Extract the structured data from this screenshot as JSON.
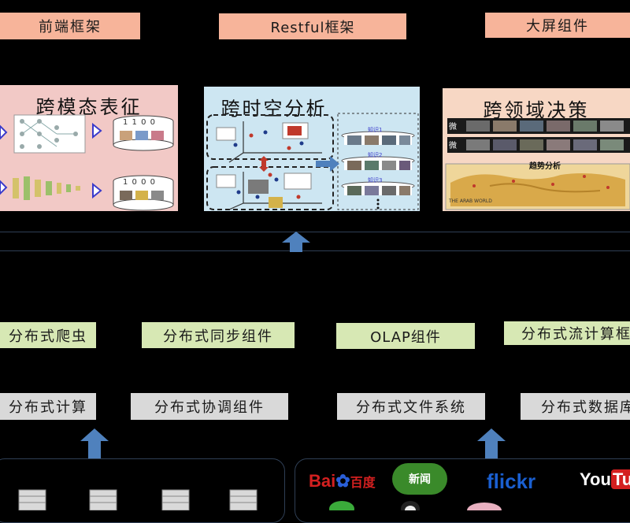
{
  "top_labels": {
    "frontend": "前端框架",
    "restful": "Restful框架",
    "bigscreen": "大屏组件"
  },
  "panels": {
    "multimodal": {
      "title": "跨模态表征",
      "bits_top": "1 1 0 0",
      "bits_bottom": "1 0 0 0"
    },
    "spatiotemporal": {
      "title": "跨时空分析",
      "knowledge": [
        "知识1",
        "知识2",
        "知识3"
      ]
    },
    "crossdomain": {
      "title": "跨领域决策",
      "row1": "微",
      "row2": "微",
      "trend": "趋势分析",
      "map_caption": "THE ARAB WORLD"
    }
  },
  "middle_row": {
    "crawler": "分布式爬虫",
    "sync": "分布式同步组件",
    "olap": "OLAP组件",
    "stream": "分布式流计算框"
  },
  "lower_row": {
    "compute": "分布式计算",
    "coordination": "分布式协调组件",
    "filesystem": "分布式文件系统",
    "database": "分布式数据库"
  },
  "logos": {
    "baidu": "Bai",
    "baidu_cn": "百度",
    "chinanews": "新闻",
    "flickr": "flickr",
    "youtube_you": "You",
    "youtube_tube": "Tub"
  },
  "colors": {
    "salmon": "#f7b49a",
    "green": "#d7e8b4",
    "gray": "#d9d9d9",
    "arrow_blue": "#4f81bd",
    "panel_pink": "#f2c9c6",
    "panel_blue": "#cde6f2",
    "panel_peach": "#f7d7c4"
  }
}
